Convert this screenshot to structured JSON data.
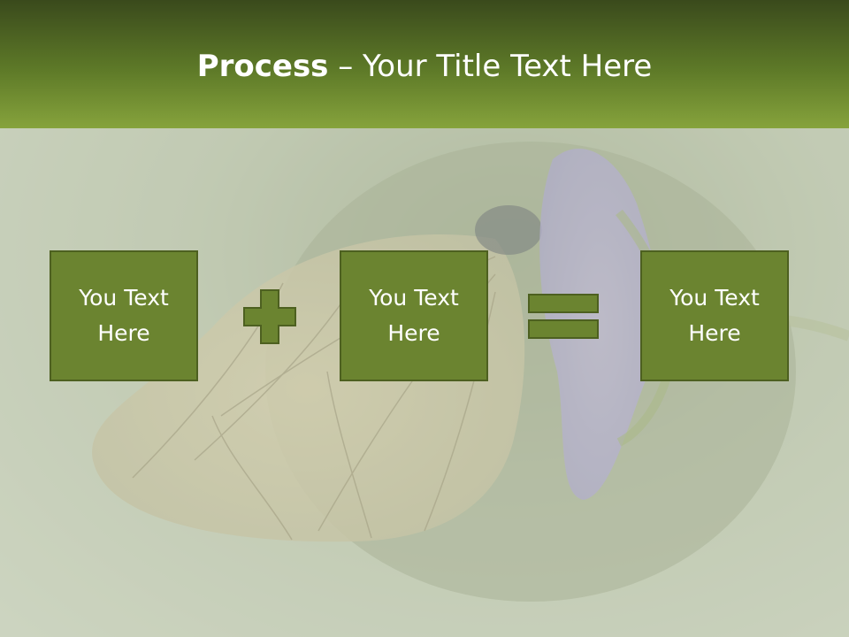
{
  "slide": {
    "title_bold": "Process",
    "title_rest": " – Your Title Text Here",
    "boxes": [
      "You Text Here",
      "You Text Here",
      "You Text Here"
    ]
  },
  "colors": {
    "header": "#5e7a28",
    "box": "#6b8430",
    "operator": "#6b8430"
  },
  "icons": [
    "plus-icon",
    "equals-icon"
  ]
}
